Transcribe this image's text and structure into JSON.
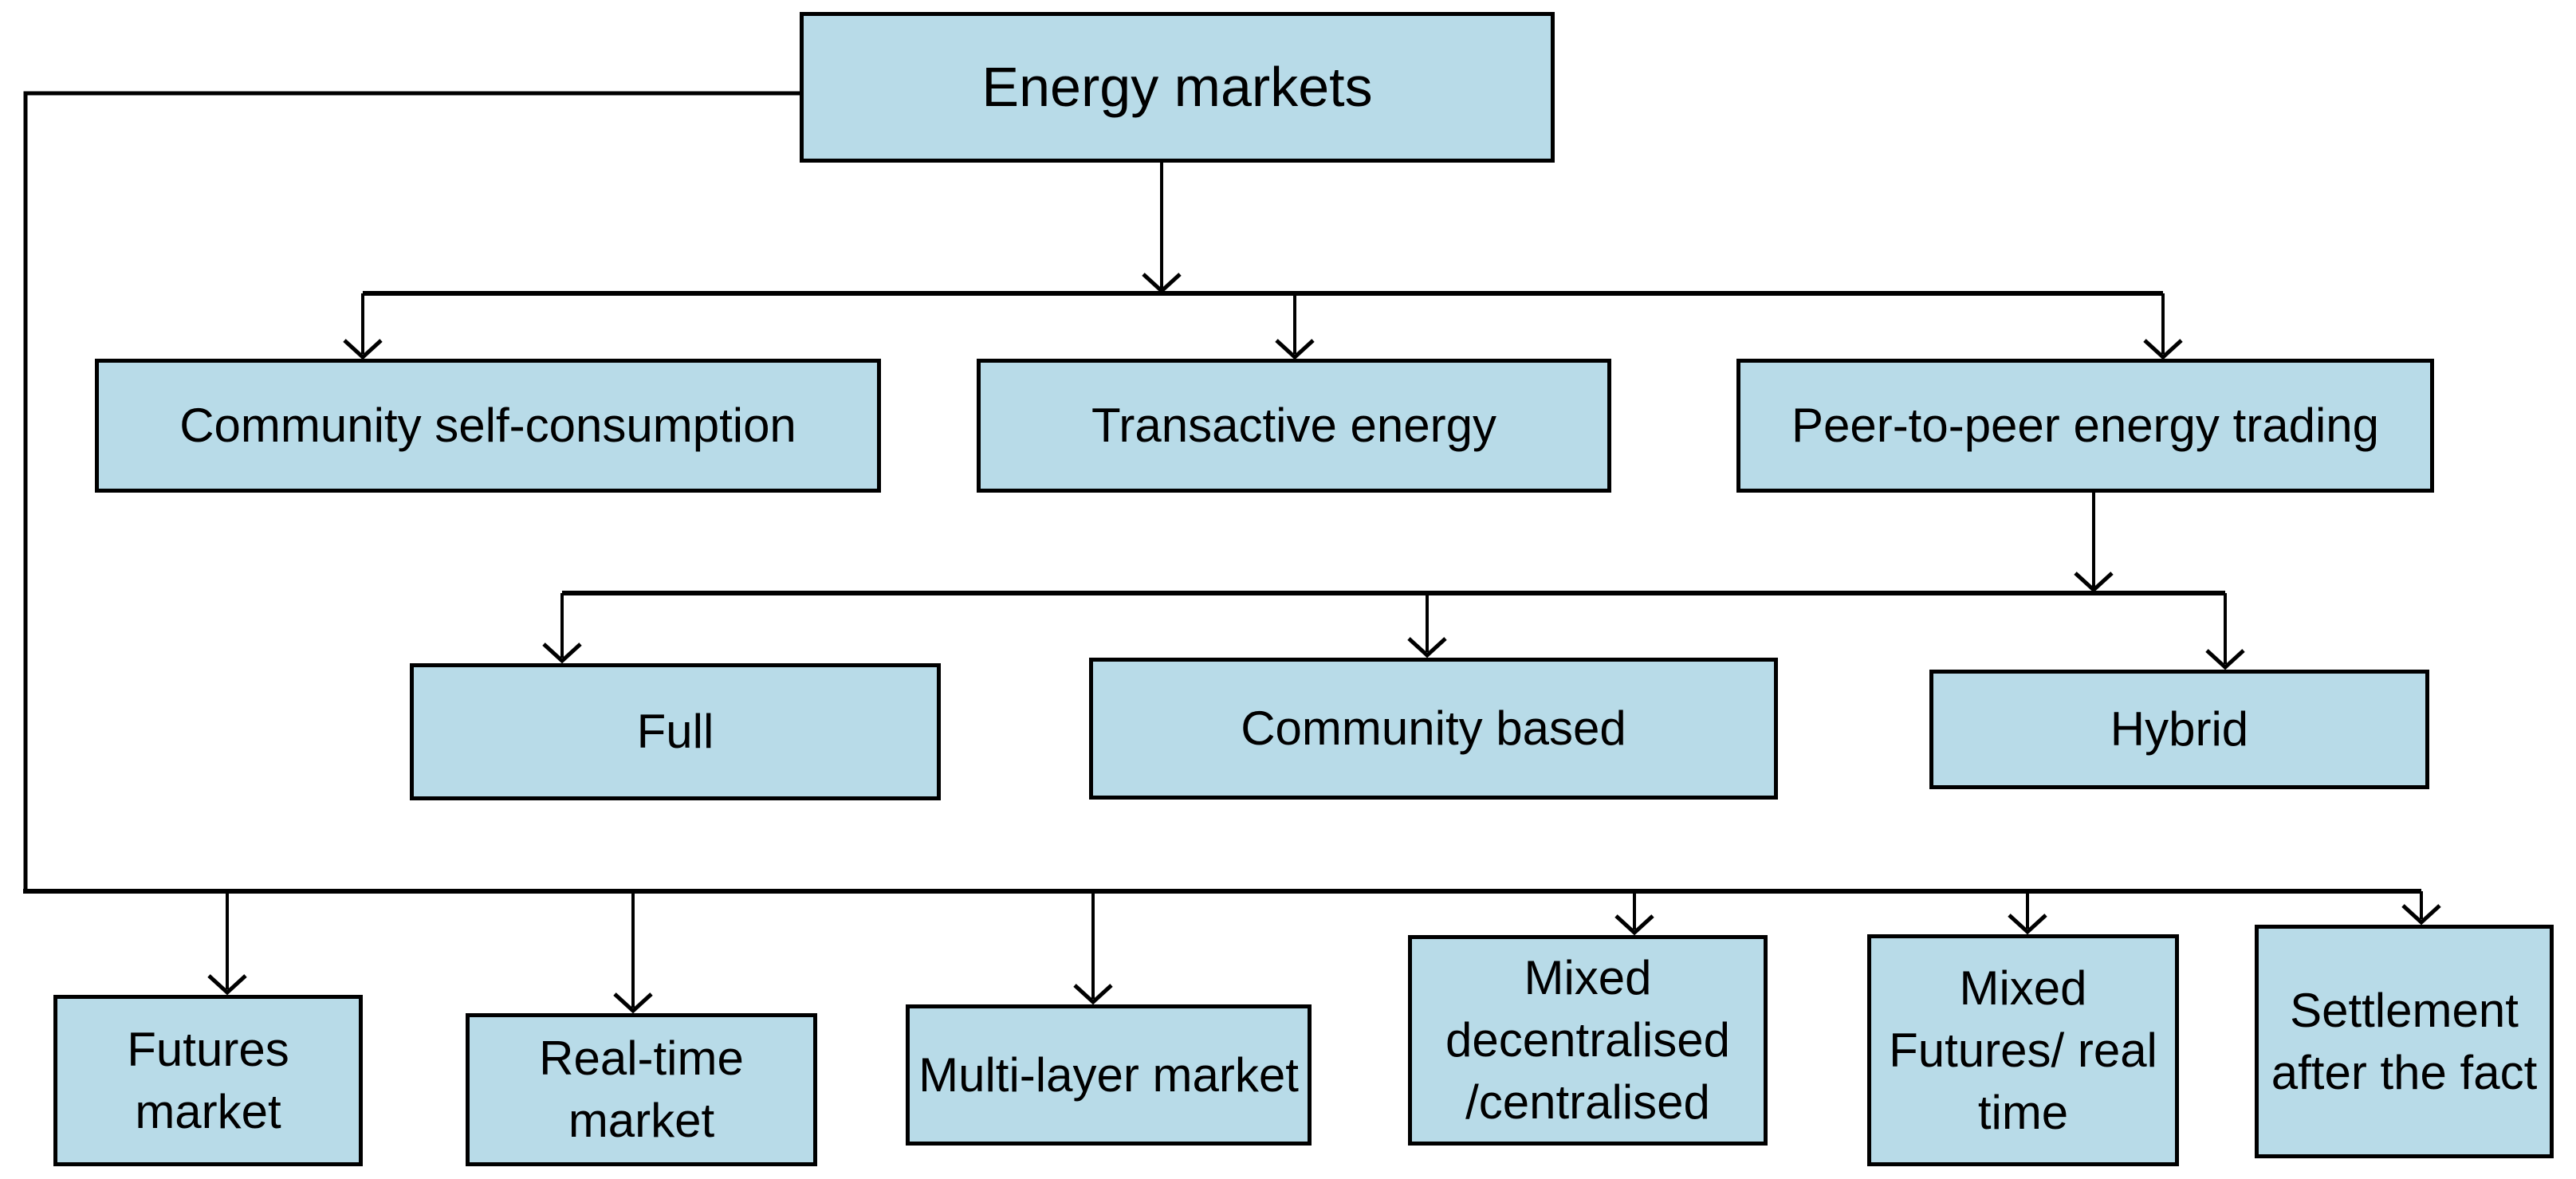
{
  "colors": {
    "background": "#ffffff",
    "box_fill": "#b8dbe8",
    "box_border": "#000000",
    "line": "#000000",
    "text": "#000000"
  },
  "nodes": {
    "energy_markets": {
      "label": "Energy markets"
    },
    "community_self_consumption": {
      "label": "Community self-consumption"
    },
    "transactive_energy": {
      "label": "Transactive energy"
    },
    "peer_to_peer": {
      "label": "Peer-to-peer energy trading"
    },
    "full": {
      "label": "Full"
    },
    "community_based": {
      "label": "Community based"
    },
    "hybrid": {
      "label": "Hybrid"
    },
    "futures_market": {
      "label": "Futures market"
    },
    "real_time_market": {
      "label": "Real-time market"
    },
    "multi_layer_market": {
      "label": "Multi-layer market"
    },
    "mixed_decentralised": {
      "label": "Mixed decentralised /centralised"
    },
    "mixed_futures": {
      "label": "Mixed Futures/ real time"
    },
    "settlement": {
      "label": "Settlement after the fact"
    }
  },
  "edges": [
    {
      "from": "energy_markets",
      "to": "community_self_consumption"
    },
    {
      "from": "energy_markets",
      "to": "transactive_energy"
    },
    {
      "from": "energy_markets",
      "to": "peer_to_peer"
    },
    {
      "from": "energy_markets",
      "to": "futures_market"
    },
    {
      "from": "energy_markets",
      "to": "real_time_market"
    },
    {
      "from": "energy_markets",
      "to": "multi_layer_market"
    },
    {
      "from": "energy_markets",
      "to": "mixed_decentralised"
    },
    {
      "from": "energy_markets",
      "to": "mixed_futures"
    },
    {
      "from": "energy_markets",
      "to": "settlement"
    },
    {
      "from": "peer_to_peer",
      "to": "full"
    },
    {
      "from": "peer_to_peer",
      "to": "community_based"
    },
    {
      "from": "peer_to_peer",
      "to": "hybrid"
    }
  ]
}
